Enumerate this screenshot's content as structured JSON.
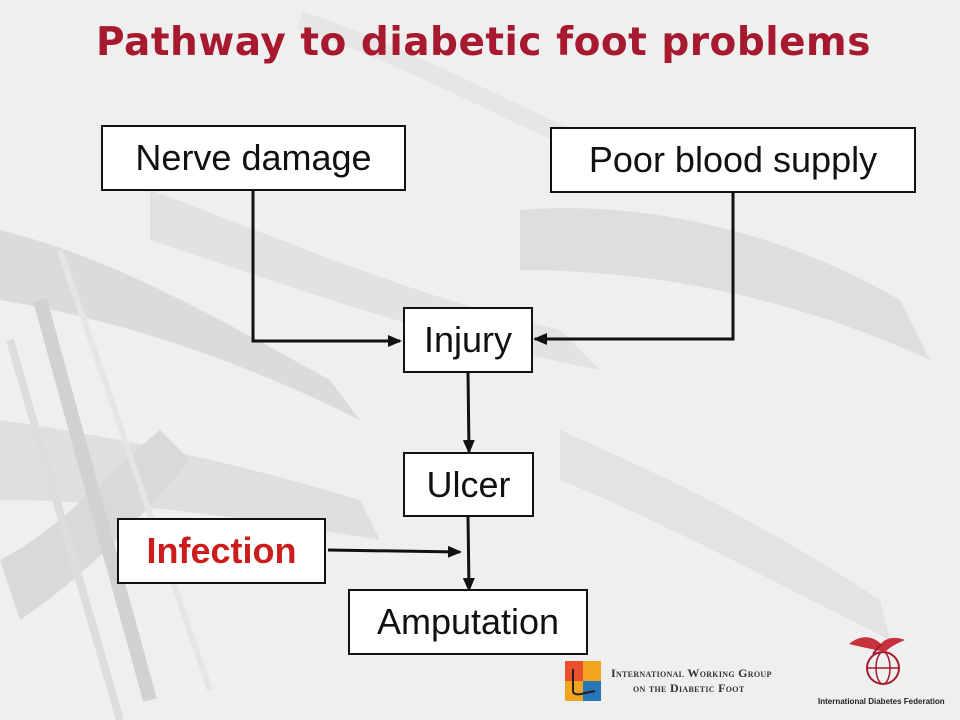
{
  "title": "Pathway to diabetic foot problems",
  "nodes": {
    "nerve_damage": "Nerve damage",
    "poor_blood_supply": "Poor blood supply",
    "injury": "Injury",
    "ulcer": "Ulcer",
    "infection": "Infection",
    "amputation": "Amputation"
  },
  "edges": [
    {
      "from": "nerve_damage",
      "to": "injury"
    },
    {
      "from": "poor_blood_supply",
      "to": "injury"
    },
    {
      "from": "injury",
      "to": "ulcer"
    },
    {
      "from": "ulcer",
      "to": "amputation"
    },
    {
      "from": "infection",
      "to": "amputation"
    }
  ],
  "colors": {
    "title": "#a6192e",
    "infection_text": "#cc1d1d",
    "box_border": "#111111"
  },
  "footer": {
    "iwgdf_line1": "International Working Group",
    "iwgdf_line2": "on the Diabetic Foot",
    "idf_caption": "International Diabetes Federation"
  }
}
